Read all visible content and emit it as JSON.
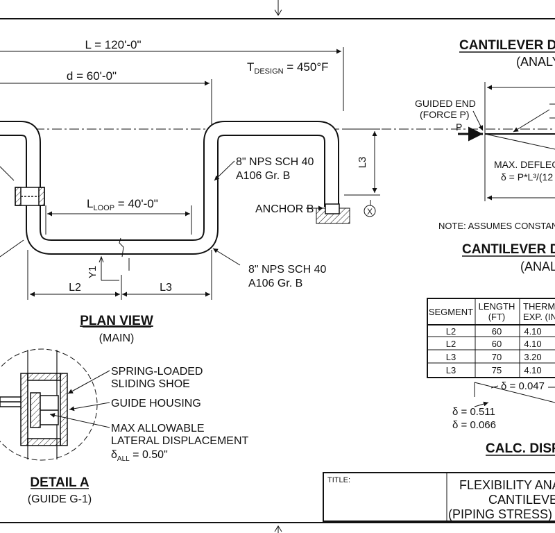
{
  "plan": {
    "dim_L": "L = 120'-0\"",
    "dim_d": "d = 60'-0\"",
    "t_design_T": "T",
    "t_design_sub": "DESIGN",
    "t_design_val": " = 450°F",
    "l3_vertical": "L3",
    "loop_L": "L",
    "loop_sub": "LOOP",
    "loop_val": " = 40'-0\"",
    "pipe_spec_1a": "8\" NPS SCH 40",
    "pipe_spec_1b": "A106 Gr. B",
    "pipe_spec_2a": "8\" NPS SCH 40",
    "pipe_spec_2b": "A106 Gr. B",
    "anchor_b": "ANCHOR B",
    "x_axis": "X",
    "y1": "Y1",
    "dim_l2": "L2",
    "dim_l3": "L3",
    "view_title": "PLAN VIEW",
    "view_sub": "(MAIN)"
  },
  "detail": {
    "label_shoe_a": "SPRING-LOADED",
    "label_shoe_b": "SLIDING SHOE",
    "label_housing": "GUIDE HOUSING",
    "label_max_a": "MAX ALLOWABLE",
    "label_max_b": "LATERAL DISPLACEMENT",
    "delta_all": "δ",
    "delta_all_sub": "ALL",
    "delta_all_val": " = 0.50\"",
    "title": "DETAIL A",
    "sub": "(GUIDE G-1)"
  },
  "cantilever": {
    "title": "CANTILEVER DIS",
    "sub": "(ANALY",
    "guided_a": "GUIDED END",
    "guided_b": "(FORCE P)",
    "p_label": "P",
    "max_defl": "MAX. DEFLECT",
    "formula": "δ = P*L³/(12",
    "note": "NOTE: ASSUMES CONSTAN",
    "title2": "CANTILEVER DI",
    "sub2": "(ANAL"
  },
  "table": {
    "headers": [
      [
        "SEGMENT"
      ],
      [
        "LENGTH",
        "(FT)"
      ],
      [
        "THERMA",
        "EXP. (IN"
      ]
    ],
    "rows": [
      [
        "L2",
        "60",
        "4.10"
      ],
      [
        "L2",
        "60",
        "4.10"
      ],
      [
        "L3",
        "70",
        "3.20"
      ],
      [
        "L3",
        "75",
        "4.10"
      ]
    ]
  },
  "calc": {
    "delta_mid": "δ = 0.047",
    "delta_1": "δ = 0.511",
    "delta_2": "δ = 0.066",
    "title": "CALC. DISP"
  },
  "title_block": {
    "label": "TITLE:",
    "line1": "FLEXIBILITY ANA",
    "line2": "CANTILEVE",
    "line3": "(PIPING STRESS) -"
  }
}
